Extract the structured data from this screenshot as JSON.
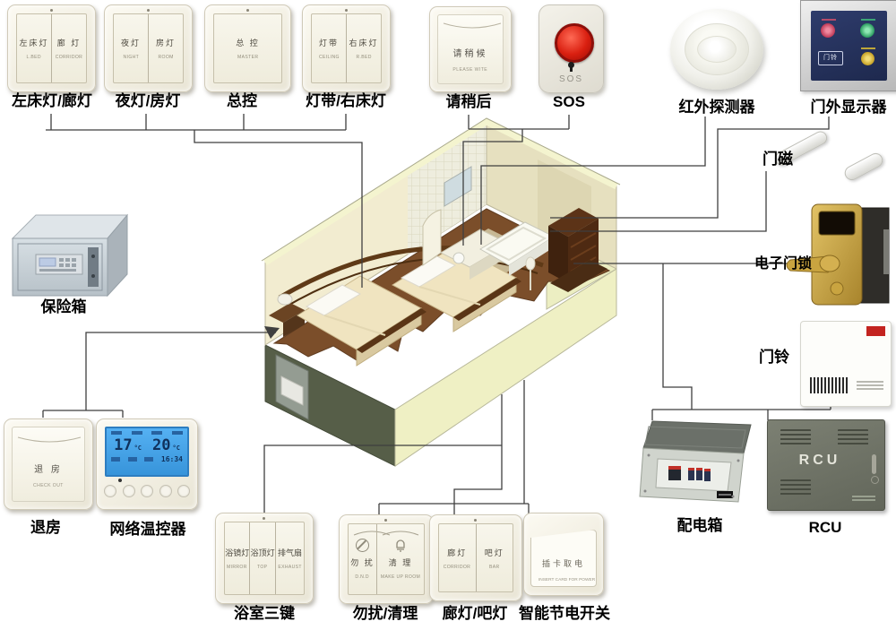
{
  "devices": {
    "switch_lbed_corridor": {
      "caption": "左床灯/廊灯",
      "keys": [
        {
          "cn": "左床灯",
          "en": "L.BED"
        },
        {
          "cn": "廊 灯",
          "en": "CORRIDOR"
        }
      ]
    },
    "switch_night_room": {
      "caption": "夜灯/房灯",
      "keys": [
        {
          "cn": "夜灯",
          "en": "NIGHT"
        },
        {
          "cn": "房灯",
          "en": "ROOM"
        }
      ]
    },
    "switch_master": {
      "caption": "总控",
      "keys": [
        {
          "cn": "总 控",
          "en": "MASTER"
        }
      ]
    },
    "switch_strip_rbed": {
      "caption": "灯带/右床灯",
      "keys": [
        {
          "cn": "灯带",
          "en": "CEILING"
        },
        {
          "cn": "右床灯",
          "en": "R.BED"
        }
      ]
    },
    "wait_card": {
      "caption": "请稍后",
      "face_cn": "请稍候",
      "face_en": "PLEASE WITE"
    },
    "sos_button": {
      "caption": "SOS",
      "face": "SOS"
    },
    "pir_detector": {
      "caption": "红外探测器"
    },
    "door_display": {
      "caption": "门外显示器",
      "doorbell_key": "门铃"
    },
    "door_magnet": {
      "caption": "门磁"
    },
    "door_lock": {
      "caption": "电子门锁"
    },
    "doorbell": {
      "caption": "门铃"
    },
    "safe_box": {
      "caption": "保险箱"
    },
    "checkout_card": {
      "caption": "退房",
      "face_cn": "退 房",
      "face_en": "CHECK OUT"
    },
    "thermostat": {
      "caption": "网络温控器",
      "temp_room": "17",
      "temp_set": "20",
      "unit": "°C",
      "time": "16:34"
    },
    "bathroom_three_key": {
      "caption": "浴室三键",
      "keys": [
        {
          "cn": "浴镜灯",
          "en": "MIRROR"
        },
        {
          "cn": "浴顶灯",
          "en": "TOP"
        },
        {
          "cn": "排气扇",
          "en": "EXHAUST"
        }
      ]
    },
    "dnd_clean": {
      "caption": "勿扰/清理",
      "keys": [
        {
          "cn": "勿 扰",
          "en": "D.N.D"
        },
        {
          "cn": "清 理",
          "en": "MAKE UP ROOM"
        }
      ]
    },
    "corridor_bar": {
      "caption": "廊灯/吧灯",
      "keys": [
        {
          "cn": "廊灯",
          "en": "CORRIDOR"
        },
        {
          "cn": "吧灯",
          "en": "BAR"
        }
      ]
    },
    "keycard_power": {
      "caption": "智能节电开关",
      "face_cn": "插卡取电",
      "face_en": "INSERT CARD FOR POWER"
    },
    "distribution_box": {
      "caption": "配电箱"
    },
    "rcu": {
      "caption": "RCU",
      "face": "RCU"
    }
  },
  "colors": {
    "accent_red": "#cc1d15",
    "lcd_blue": "#45a3ec",
    "screen_navy": "#27335e",
    "gold": "#c8a23e",
    "wire": "#3f3f3f"
  }
}
